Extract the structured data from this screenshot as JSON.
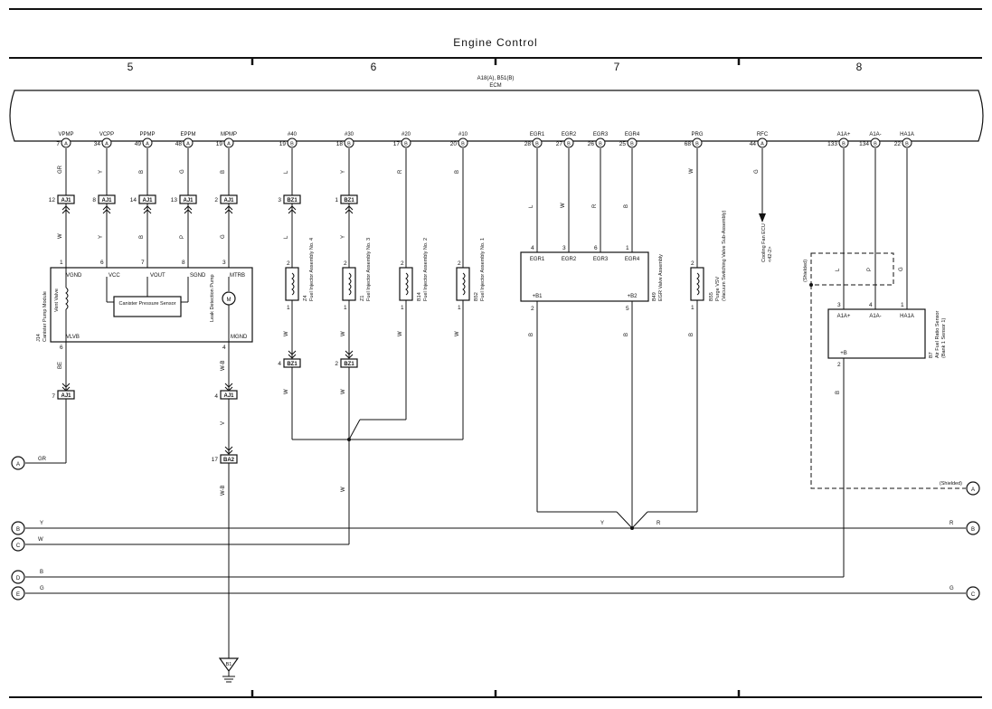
{
  "title": "Engine Control",
  "sections": [
    "5",
    "6",
    "7",
    "8"
  ],
  "ecm": {
    "connectors": "A18(A), B51(B)",
    "name": "ECM"
  },
  "ecm_pins": [
    {
      "name": "VPMP",
      "num": "7",
      "conn": "A"
    },
    {
      "name": "VCPP",
      "num": "34",
      "conn": "A"
    },
    {
      "name": "PPMP",
      "num": "49",
      "conn": "A"
    },
    {
      "name": "EPPM",
      "num": "48",
      "conn": "A"
    },
    {
      "name": "MPMP",
      "num": "19",
      "conn": "A"
    },
    {
      "name": "#40",
      "num": "19",
      "conn": "B"
    },
    {
      "name": "#30",
      "num": "18",
      "conn": "B"
    },
    {
      "name": "#20",
      "num": "17",
      "conn": "B"
    },
    {
      "name": "#10",
      "num": "20",
      "conn": "B"
    },
    {
      "name": "EGR1",
      "num": "28",
      "conn": "B"
    },
    {
      "name": "EGR2",
      "num": "27",
      "conn": "B"
    },
    {
      "name": "EGR3",
      "num": "26",
      "conn": "B"
    },
    {
      "name": "EGR4",
      "num": "25",
      "conn": "B"
    },
    {
      "name": "PRG",
      "num": "68",
      "conn": "B"
    },
    {
      "name": "RFC",
      "num": "44",
      "conn": "A"
    },
    {
      "name": "A1A+",
      "num": "133",
      "conn": "B"
    },
    {
      "name": "A1A-",
      "num": "134",
      "conn": "B"
    },
    {
      "name": "HA1A",
      "num": "22",
      "conn": "B"
    }
  ],
  "wire_colors": {
    "vpmp": "GR",
    "vcpp": "Y",
    "ppmp": "B",
    "eppm": "G",
    "mpmp": "B",
    "inj40": "L",
    "inj30": "Y",
    "inj20": "R",
    "inj10": "B",
    "egr1": "L",
    "egr2": "W",
    "egr3": "R",
    "egr4": "B",
    "prg": "W",
    "rfc": "G",
    "a1ap": "L",
    "a1am": "P",
    "ha1a": "G",
    "vgnd_lower": "W",
    "vcc_lower": "Y",
    "vout_lower": "B",
    "sgnd_lower": "P",
    "mtrb_lower": "G",
    "inj40_lower": "L",
    "inj30_lower": "Y",
    "vlvb_out": "BE",
    "mgnd_out": "W-B",
    "inj_out1": "W",
    "inj_out2": "W",
    "inj_out3": "W",
    "inj_out4": "W",
    "bz1_out1": "W",
    "bz1_out2": "W",
    "aj1_mgnd_out": "V",
    "ba2_out": "W-B",
    "egr_b1": "B",
    "egr_b2": "B",
    "vsv_out": "B",
    "afr_b": "B",
    "line_a": "GR",
    "line_b_left": "Y",
    "line_b_right": "R",
    "line_c": "W",
    "line_d": "B",
    "line_e_left": "G",
    "line_e_right": "G",
    "merge_y": "Y",
    "merge_r": "R"
  },
  "junctions": {
    "aj1_12": {
      "num": "12",
      "label": "AJ1"
    },
    "aj1_8": {
      "num": "8",
      "label": "AJ1"
    },
    "aj1_14": {
      "num": "14",
      "label": "AJ1"
    },
    "aj1_13": {
      "num": "13",
      "label": "AJ1"
    },
    "aj1_2": {
      "num": "2",
      "label": "AJ1"
    },
    "bz1_3": {
      "num": "3",
      "label": "BZ1"
    },
    "bz1_1": {
      "num": "1",
      "label": "BZ1"
    },
    "bz1_4": {
      "num": "4",
      "label": "BZ1"
    },
    "bz1_2": {
      "num": "2",
      "label": "BZ1"
    },
    "aj1_7": {
      "num": "7",
      "label": "AJ1"
    },
    "aj1_4": {
      "num": "4",
      "label": "AJ1"
    },
    "ba2_17": {
      "num": "17",
      "label": "BA2"
    }
  },
  "canister": {
    "id": "J14",
    "name": "Canister Pump Module",
    "pins_top": [
      "VGND",
      "VCC",
      "VOUT",
      "SGND",
      "MTRB"
    ],
    "pin_nums_top": [
      "1",
      "6",
      "7",
      "8",
      "3"
    ],
    "pins_bottom": [
      "VLVB",
      "MGND"
    ],
    "pin_nums_bottom": [
      "6",
      "4"
    ],
    "vent_valve": "Vent Valve",
    "sensor": "Canister Pressure Sensor",
    "pump": "Leak Detection Pump",
    "motor": "M"
  },
  "injectors": [
    {
      "id": "Z4",
      "name": "Fuel Injector Assembly No. 4",
      "pin_top": "2",
      "pin_bottom": "1"
    },
    {
      "id": "Z1",
      "name": "Fuel Injector Assembly No. 3",
      "pin_top": "2",
      "pin_bottom": "1"
    },
    {
      "id": "B14",
      "name": "Fuel Injector Assembly No. 2",
      "pin_top": "2",
      "pin_bottom": "1"
    },
    {
      "id": "B52",
      "name": "Fuel Injector Assembly No. 1",
      "pin_top": "2",
      "pin_bottom": "1"
    }
  ],
  "egr": {
    "id": "B49",
    "name": "EGR Valve Assembly",
    "pins_top": [
      "EGR1",
      "EGR2",
      "EGR3",
      "EGR4"
    ],
    "pin_nums_top": [
      "4",
      "3",
      "6",
      "1"
    ],
    "pins_bottom": [
      "+B1",
      "+B2"
    ],
    "pin_nums_bottom": [
      "2",
      "5"
    ]
  },
  "vsv": {
    "id": "B55",
    "name": "Purge VSV",
    "sub": "(Vacuum Switching Valve Sub-Assembly)",
    "pin_top": "2",
    "pin_bottom": "1"
  },
  "fan": {
    "name": "Cooling Fan ECU",
    "ref": "<42-2>"
  },
  "afr": {
    "id": "B7",
    "name": "Air Fuel Ratio Sensor",
    "sub": "(Bank 1 Sensor 1)",
    "pins_top": [
      "A1A+",
      "A1A-",
      "HA1A"
    ],
    "pin_nums_top": [
      "3",
      "4",
      "1"
    ],
    "pin_bottom": "+B",
    "pin_num_bottom": "2",
    "shielded": "(Shielded)"
  },
  "ground": "B1",
  "side_terminals": {
    "left": [
      "A",
      "B",
      "C",
      "D",
      "E"
    ],
    "right": [
      "A",
      "B",
      "C"
    ]
  }
}
